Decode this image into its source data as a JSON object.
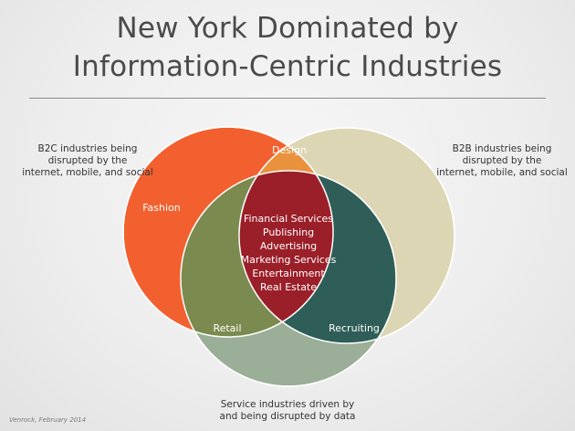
{
  "title": {
    "line1": "New York Dominated by",
    "line2": "Information-Centric Industries"
  },
  "captions": {
    "b2c": [
      "B2C industries being",
      "disrupted by the",
      "internet, mobile, and social"
    ],
    "b2b": [
      "B2B industries being",
      "disrupted by the",
      "internet, mobile, and social"
    ],
    "service": [
      "Service industries driven by",
      "and being disrupted by data"
    ]
  },
  "regions": {
    "fashion": "Fashion",
    "design": "Design",
    "retail": "Retail",
    "recruiting": "Recruiting",
    "center": [
      "Financial Services",
      "Publishing",
      "Advertising",
      "Marketing Services",
      "Entertainment",
      "Real Estate"
    ]
  },
  "credit": "Venrock, February 2014",
  "colors": {
    "b2c_circle": "#f2602f",
    "b2b_circle": "#ddd6b4",
    "service_circle": "#9aae98",
    "design_overlap": "#e8923d",
    "retail_overlap": "#7b8a4e",
    "recruiting_overlap": "#2f5e58",
    "center_overlap": "#9a1f28"
  }
}
